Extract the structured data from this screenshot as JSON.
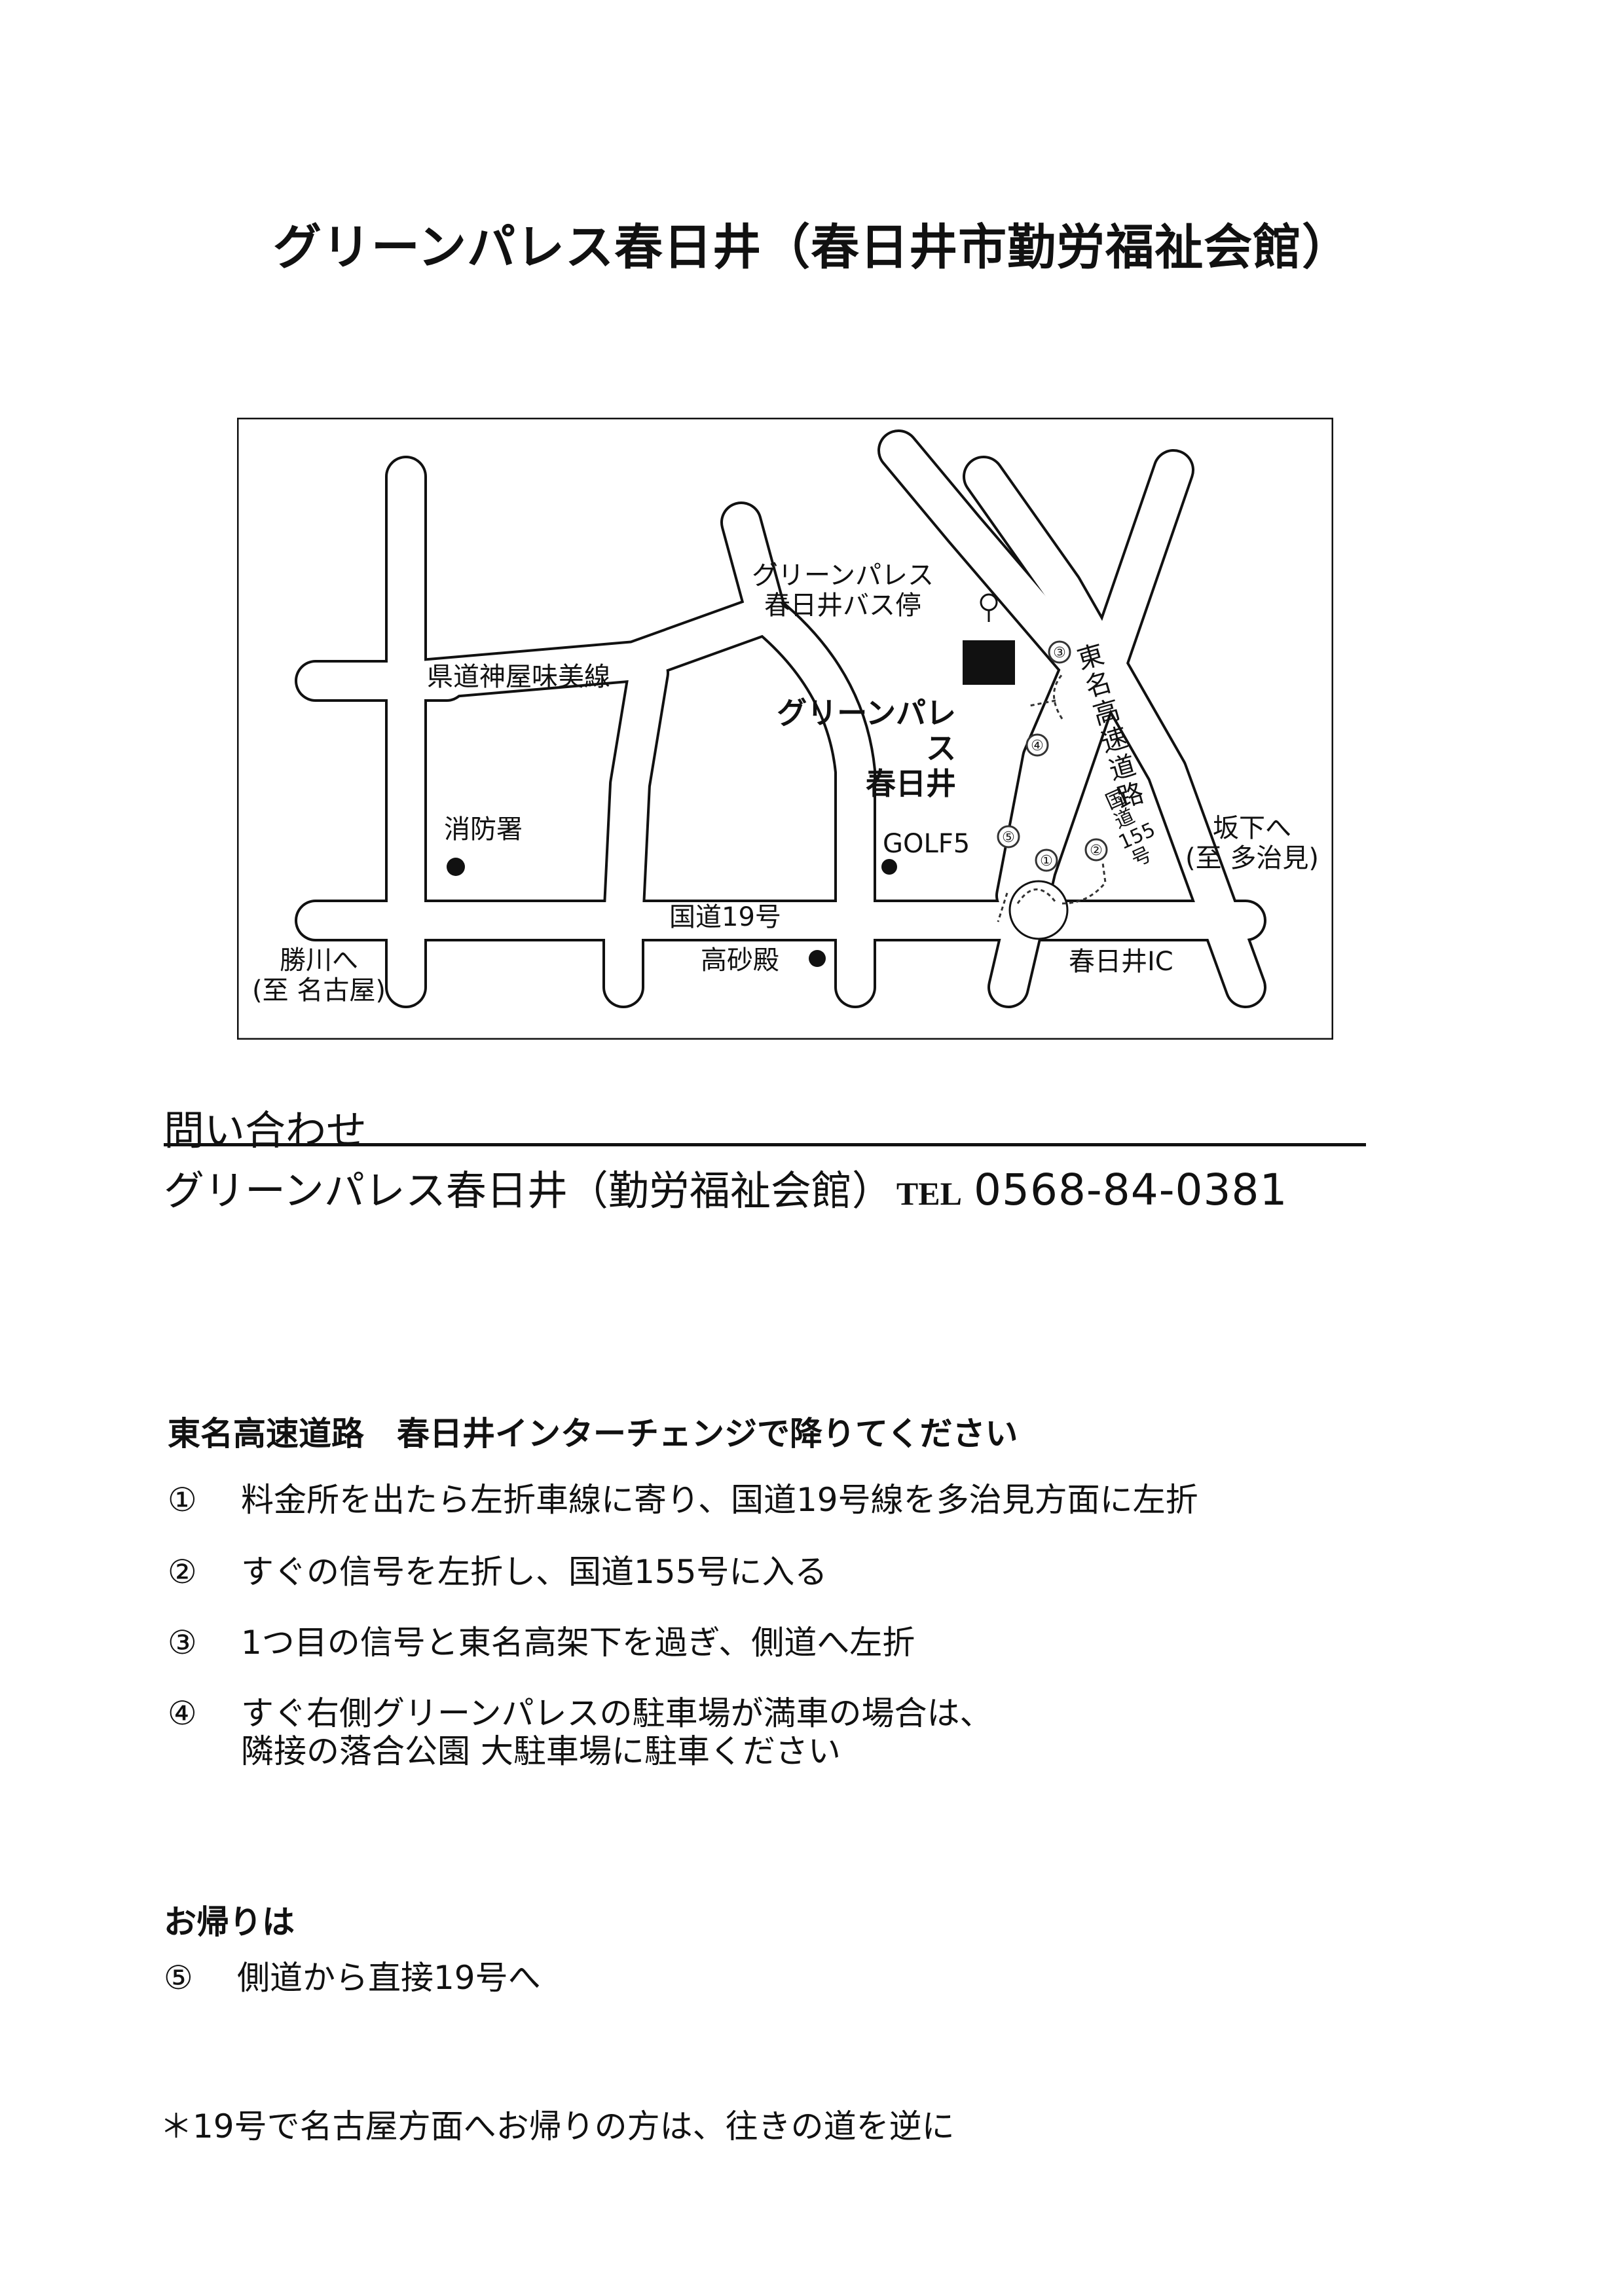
{
  "title": "グリーンパレス春日井（春日井市勤労福祉会館）",
  "map": {
    "labels": {
      "bus_stop": "グリーンパレス\n春日井バス停",
      "facility": "グリーンパレス\n春日井",
      "pref_road": "県道神屋味美線",
      "fire_station": "消防署",
      "golf": "GOLF5",
      "route19": "国道19号",
      "takasagoden": "高砂殿",
      "katsugawa": "勝川へ\n(至 名古屋)",
      "sakashita": "坂下へ\n(至 多治見)",
      "interchange": "春日井IC",
      "tomei": "東名高速道路",
      "route155": "国道155号"
    },
    "step_markers": [
      "①",
      "②",
      "③",
      "④",
      "⑤"
    ]
  },
  "inquiry": {
    "heading": "問い合わせ",
    "name": "グリーンパレス春日井（勤労福祉会館）",
    "tel_label": "TEL",
    "phone": "0568-84-0381"
  },
  "directions": {
    "heading": "東名高速道路　春日井インターチェンジで降りてください",
    "steps": [
      {
        "num": "①",
        "text": "料金所を出たら左折車線に寄り、国道19号線を多治見方面に左折"
      },
      {
        "num": "②",
        "text": "すぐの信号を左折し、国道155号に入る"
      },
      {
        "num": "③",
        "text": "1つ目の信号と東名高架下を過ぎ、側道へ左折"
      },
      {
        "num": "④",
        "text": "すぐ右側グリーンパレスの駐車場が満車の場合は、\n隣接の落合公園 大駐車場に駐車ください"
      }
    ]
  },
  "return_trip": {
    "heading": "お帰りは",
    "steps": [
      {
        "num": "⑤",
        "text": "側道から直接19号へ"
      }
    ]
  },
  "note": "＊19号で名古屋方面へお帰りの方は、往きの道を逆に"
}
